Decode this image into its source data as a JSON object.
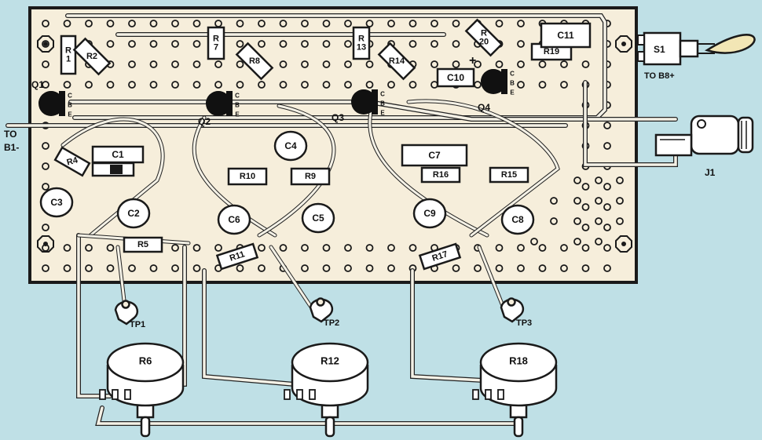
{
  "colors": {
    "background": "#bfe0e6",
    "board_border": "#1a1a1a",
    "board_fill": "#f6eedb",
    "wire": "#f4f1e6",
    "wire_outline": "#222222",
    "component": "#ffffff",
    "transistor": "#111111"
  },
  "labels": {
    "resistors": {
      "R1": "R\n1",
      "R2": "R2",
      "R4": "R4",
      "R5": "R5",
      "R7": "R\n7",
      "R8": "R8",
      "R9": "R9",
      "R10": "R10",
      "R11": "R11",
      "R13": "R\n13",
      "R14": "R14",
      "R15": "R15",
      "R16": "R16",
      "R17": "R17",
      "R19": "R19",
      "R20": "R\n20"
    },
    "capacitors_box": {
      "C1": "C1",
      "C7": "C7",
      "C10": "C10",
      "C11": "C11"
    },
    "capacitors_disc": {
      "C2": "C2",
      "C3": "C3",
      "C4": "C4",
      "C5": "C5",
      "C6": "C6",
      "C8": "C8",
      "C9": "C9"
    },
    "transistors": {
      "Q1": "Q1",
      "Q2": "Q2",
      "Q3": "Q3",
      "Q4": "Q4"
    },
    "pins": {
      "c": "C",
      "b": "B",
      "e": "E"
    },
    "plus": "+",
    "test_points": {
      "TP1": "TP1",
      "TP2": "TP2",
      "TP3": "TP3"
    },
    "pots": {
      "R6": "R6",
      "R12": "R12",
      "R18": "R18"
    },
    "switch": "S1",
    "jack": "J1",
    "to_b8": "TO B8+",
    "to_b1_line1": "TO",
    "to_b1_line2": "B1-"
  },
  "icons": {
    "transistor": "to92-transistor-icon",
    "pot": "potentiometer-icon",
    "jack": "phone-jack-icon",
    "switch": "toggle-switch-icon"
  }
}
